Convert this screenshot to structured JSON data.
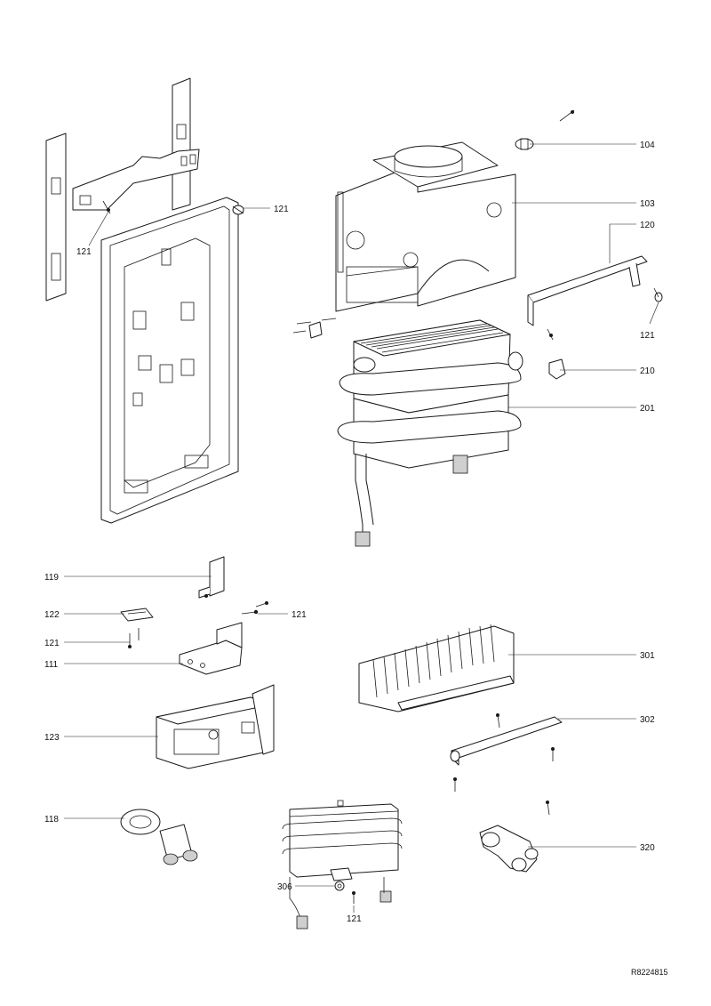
{
  "labels": {
    "l104": "104",
    "l103": "103",
    "l121_top": "121",
    "l121_left": "121",
    "l120": "120",
    "l121_right": "121",
    "l210": "210",
    "l201": "201",
    "l119": "119",
    "l122": "122",
    "l121_mid_right": "121",
    "l121_mid_left": "121",
    "l111": "111",
    "l123": "123",
    "l118": "118",
    "l301": "301",
    "l302": "302",
    "l320": "320",
    "l306": "306",
    "l121_bottom": "121"
  },
  "reference": "R8224815"
}
